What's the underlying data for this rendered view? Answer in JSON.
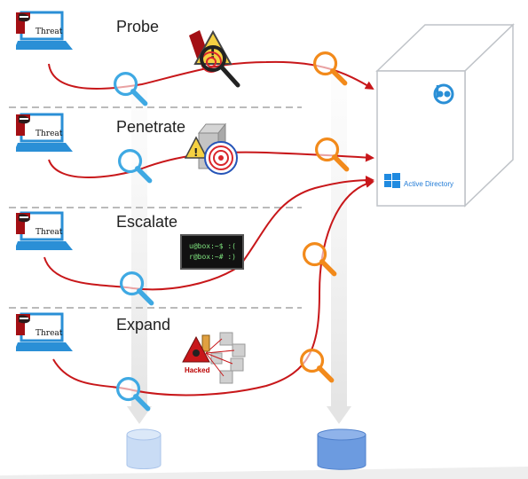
{
  "stages": [
    {
      "name": "Probe"
    },
    {
      "name": "Penetrate"
    },
    {
      "name": "Escalate"
    },
    {
      "name": "Expand"
    }
  ],
  "threat_label": "Threat",
  "terminal": {
    "line1": "u@box:~$ :(",
    "line2": "r@box:~# :)"
  },
  "hacked_label": "Hacked",
  "server_label": "Active Directory",
  "colors": {
    "attack_path": "#c8171a",
    "blue_lens": "#3fa9e3",
    "orange_lens": "#f28a1b",
    "laptop": "#2a8fd6",
    "threat_red": "#a30f14",
    "db_light": "#c9dcf5",
    "db_dark": "#6c9be0",
    "server_edge": "#bfc3c8"
  }
}
